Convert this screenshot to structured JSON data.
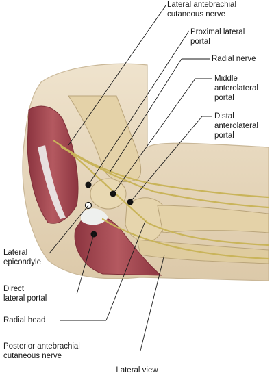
{
  "labels": {
    "lateral_antebrachial": [
      "Lateral antebrachial",
      "cutaneous nerve"
    ],
    "proximal_lateral_portal": [
      "Proximal lateral",
      "portal"
    ],
    "radial_nerve": [
      "Radial nerve"
    ],
    "middle_anterolateral_portal": [
      "Middle",
      "anterolateral",
      "portal"
    ],
    "distal_anterolateral_portal": [
      "Distal",
      "anterolateral",
      "portal"
    ],
    "lateral_epicondyle": [
      "Lateral",
      "epicondyle"
    ],
    "direct_lateral_portal": [
      "Direct",
      "lateral portal"
    ],
    "radial_head": [
      "Radial head"
    ],
    "posterior_antebrachial": [
      "Posterior antebrachial",
      "cutaneous nerve"
    ]
  },
  "caption": "Lateral view",
  "colors": {
    "skin": "#eadcc4",
    "skin_edge": "#c9b797",
    "bone": "#e4d2a8",
    "muscle": "#a8474f",
    "muscle_dark": "#7e2f38",
    "tendon": "#eef0ee",
    "nerve": "#e6d47a",
    "nerve_edge": "#b9a24a",
    "leader": "#1a1a1a"
  }
}
